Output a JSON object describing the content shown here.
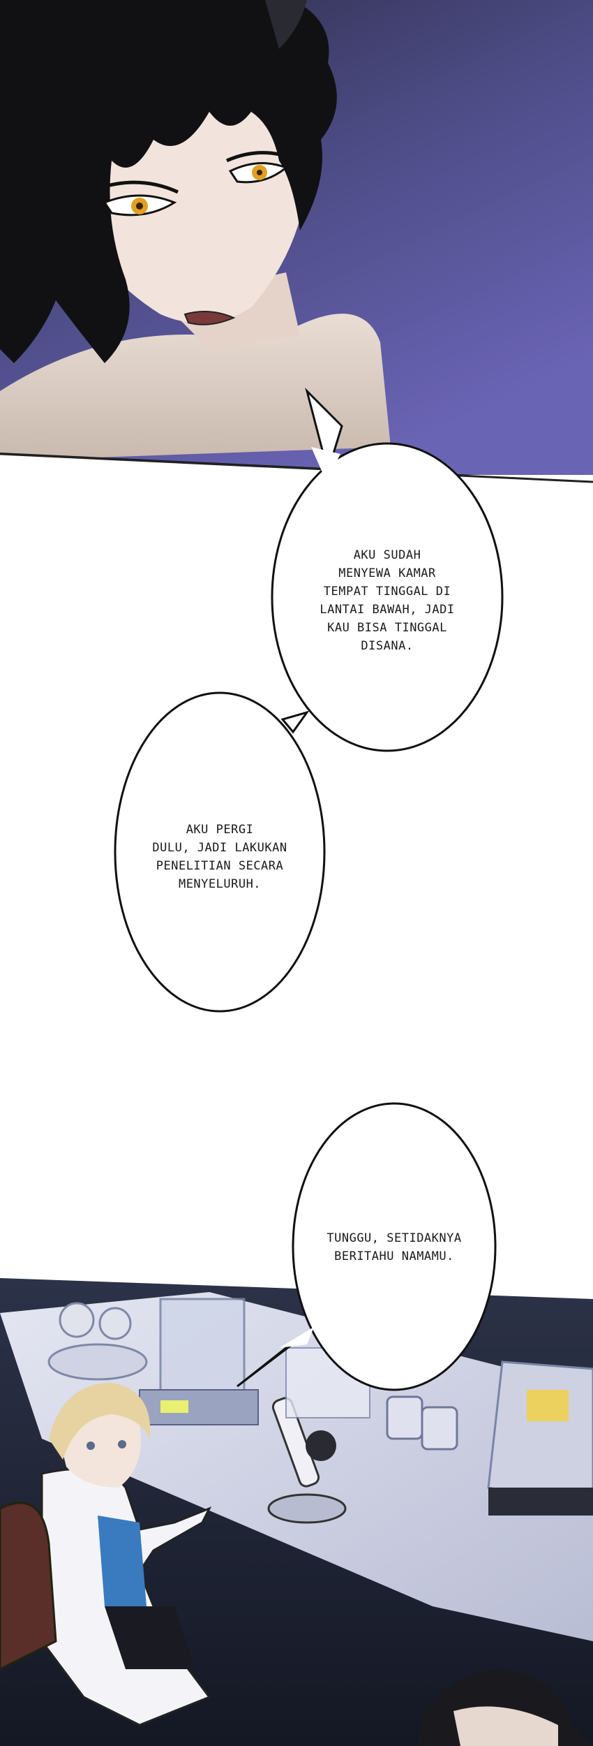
{
  "page": {
    "background": "#ffffff",
    "accent_colors": {
      "night_sky": "#4a4a8a",
      "hair": "#111114",
      "skin": "#f2e4dc",
      "eyes": "#e0a020",
      "lab_floor": "#1b2030",
      "lab_bench": "#d8dcec"
    }
  },
  "bubbles": {
    "b1": {
      "text": "AKU SUDAH\nMENYEWA KAMAR\nTEMPAT TINGGAL DI\nLANTAI BAWAH, JADI\nKAU BISA TINGGAL\nDISANA."
    },
    "b2": {
      "text": "AKU PERGI\nDULU, JADI LAKUKAN\nPENELITIAN SECARA\nMENYELURUH."
    },
    "b3": {
      "text": "TUNGGU, SETIDAKNYA\nBERITAHU NAMAMU."
    }
  }
}
